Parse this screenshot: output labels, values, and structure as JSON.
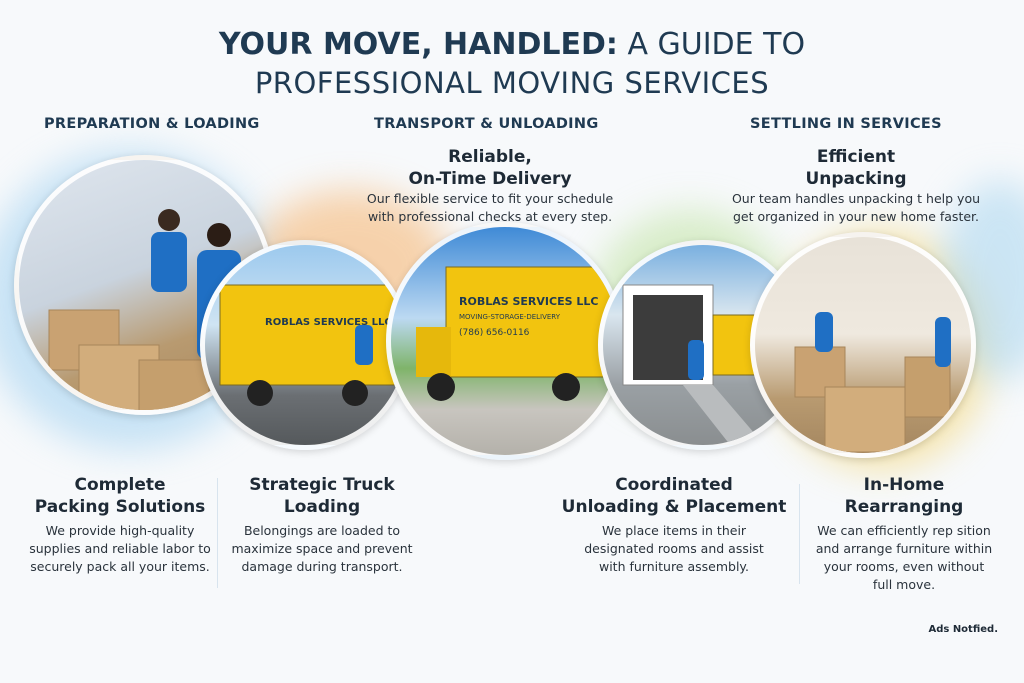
{
  "title": {
    "bold": "YOUR MOVE, HANDLED:",
    "rest": " A GUIDE TO",
    "line2": "PROFESSIONAL MOVING SERVICES"
  },
  "sections": [
    "PREPARATION & LOADING",
    "TRANSPORT & UNLOADING",
    "SETTLING IN SERVICES"
  ],
  "features": [
    {
      "title1": "Reliable,",
      "title2": "On-Time Delivery",
      "desc1": "Our flexible service to fit your schedule",
      "desc2": "with professional checks at every step."
    },
    {
      "title1": "Efficient",
      "title2": "Unpacking",
      "desc1": "Our team handles unpacking t help you",
      "desc2": "get organized in your new home faster."
    },
    {
      "title1": "Complete",
      "title2": "Packing Solutions",
      "desc1": "We provide high-quality",
      "desc2": "supplies and reliable labor to",
      "desc3": "securely pack all your items."
    },
    {
      "title1": "Strategic Truck",
      "title2": "Loading",
      "desc1": "Belongings are loaded to",
      "desc2": "maximize space and prevent",
      "desc3": "damage during transport."
    },
    {
      "title1": "Coordinated",
      "title2": "Unloading & Placement",
      "desc1": "We place items in their",
      "desc2": "designated rooms and assist",
      "desc3": "with furniture assembly."
    },
    {
      "title1": "In-Home",
      "title2": "Rearranging",
      "desc1": "We can efficiently rep sition",
      "desc2": "and arrange furniture within",
      "desc3": "your rooms, even without",
      "desc4": "full move."
    }
  ],
  "truck": {
    "company": "ROBLAS SERVICES LLC",
    "tagline": "MOVING-STORAGE-DELIVERY",
    "phone": "(786) 656-0116"
  },
  "footer_note": "Ads Notfied.",
  "colors": {
    "title": "#1f3a52",
    "truck_yellow": "#f2c40f",
    "shirt_blue": "#1f6fc4",
    "box": "#c9a272"
  }
}
